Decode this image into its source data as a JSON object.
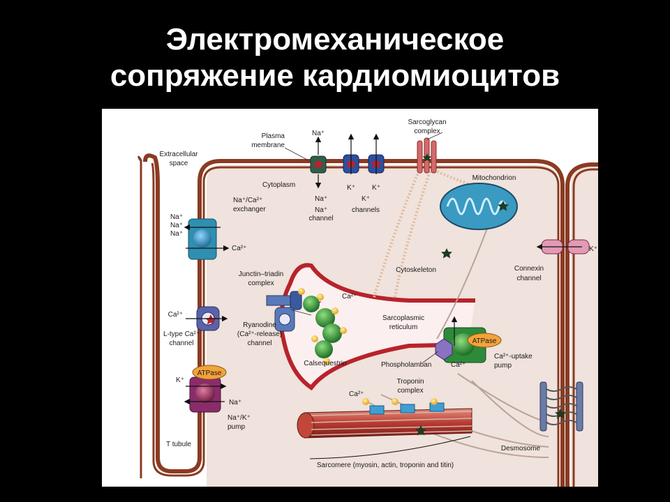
{
  "title": {
    "line1": "Электромеханическое",
    "line2": "сопряжение кардиомиоцитов"
  },
  "diagram": {
    "extracellular_space": [
      "Extracellular",
      "space"
    ],
    "plasma_membrane": [
      "Plasma",
      "membrane"
    ],
    "cytoplasm": "Cytoplasm",
    "sarcoglycan": [
      "Sarcoglycan",
      "complex"
    ],
    "mitochondrion": "Mitochondrion",
    "na_top": "Na⁺",
    "na_bottom": "Na⁺",
    "k_left": "K⁺",
    "k_right": "K⁺",
    "na_channel": [
      "Na⁺",
      "channel"
    ],
    "k_channels": [
      "K⁺",
      "channels"
    ],
    "exchanger": [
      "Na⁺/Ca²⁺",
      "exchanger"
    ],
    "exchanger_na": [
      "Na⁺",
      "Na⁺",
      "Na⁺"
    ],
    "exchanger_ca": "Ca²⁺",
    "junctin": [
      "Junctin–triadin",
      "complex"
    ],
    "ca_sr": "Ca²⁺",
    "cytoskeleton": "Cytoskeleton",
    "connexin_k": "K⁺",
    "connexin": [
      "Connexin",
      "channel"
    ],
    "ltype_ca": "Ca²⁺",
    "ltype": [
      "L-type Ca²⁺",
      "channel"
    ],
    "ryanodine": [
      "Ryanodine",
      "(Ca²⁺-release)",
      "channel"
    ],
    "sr": [
      "Sarcoplasmic",
      "reticulum"
    ],
    "calsequestrin": "Calsequestrin",
    "atpase_pump": "ATPase",
    "atpase_uptake": "ATPase",
    "uptake": [
      "Ca²⁺-uptake",
      "pump"
    ],
    "phospholamban": "Phospholamban",
    "phospholamban_ca": "Ca²⁺",
    "pump_k": "K⁺",
    "pump_na": "Na⁺",
    "pump": [
      "Na⁺/K⁺",
      "pump"
    ],
    "troponin_ca": "Ca²⁺",
    "troponin": [
      "Troponin",
      "complex"
    ],
    "t_tubule": "T tubule",
    "desmosome": "Desmosome",
    "sarcomere": "Sarcomere (myosin, actin, troponin and titin)"
  },
  "colors": {
    "membrane": "#8a3b22",
    "cytoplasm": "#f0e2dc",
    "sr_wall": "#b8232b",
    "exchanger": "#2f8fb0",
    "ltype": "#5a63a8",
    "na_channel": "#2f5e4c",
    "k_channel": "#2c4fa0",
    "uptake": "#2e8a3a",
    "pump": "#8a2c6a",
    "atpase": "#f2a33a",
    "star": "#1d3b22"
  }
}
